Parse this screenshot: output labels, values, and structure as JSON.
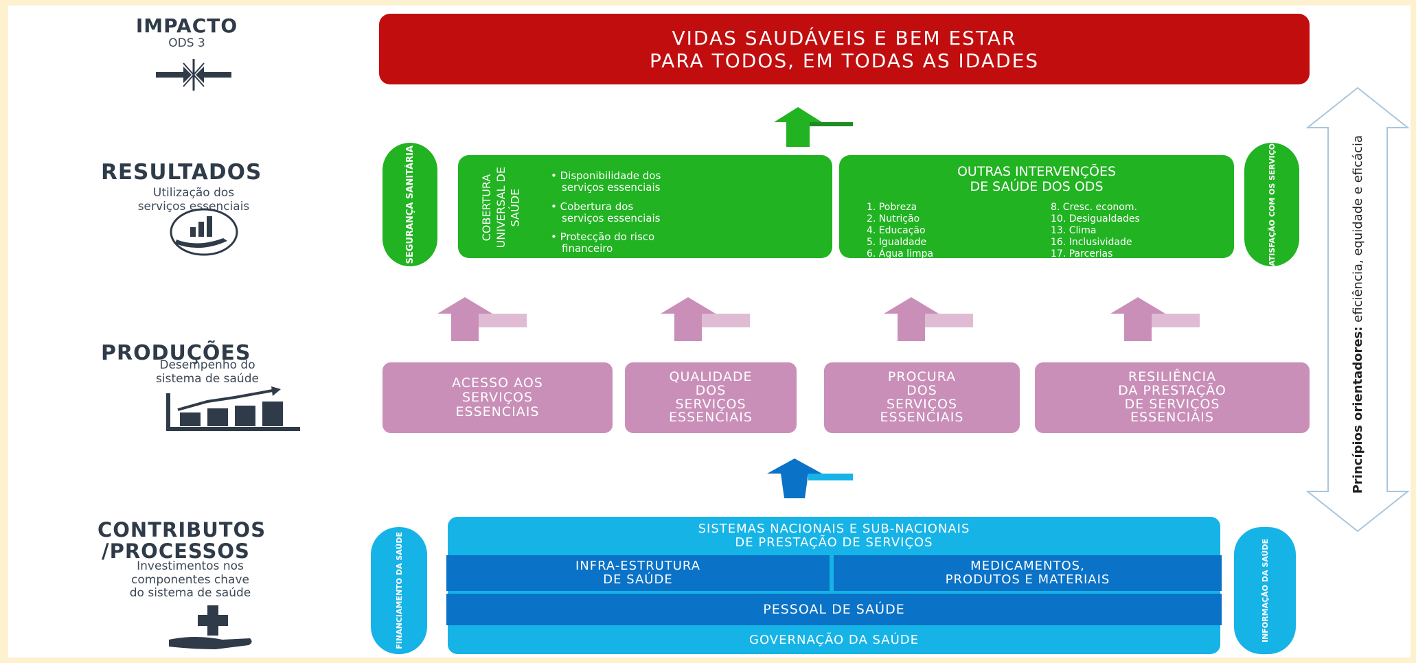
{
  "colors": {
    "impact": "#c20d0f",
    "results": "#21b322",
    "results_dark": "#159a16",
    "outputs": "#c98fb8",
    "inputs_light": "#16b3e7",
    "inputs_dark": "#0a72c7",
    "page_bg": "#fdf1cf"
  },
  "levels": {
    "impact": {
      "title": "IMPACTO",
      "subtitle": "ODS 3",
      "icon": "target-arrows-icon"
    },
    "results": {
      "title": "RESULTADOS",
      "subtitle_line1": "Utilização dos",
      "subtitle_line2": "serviços  essenciais",
      "icon": "hand-chart-icon"
    },
    "outputs": {
      "title": "PRODUÇÕES",
      "subtitle_line1": "Desempenho do",
      "subtitle_line2": "sistema de saúde",
      "icon": "growth-chart-icon"
    },
    "inputs": {
      "title_line1": "CONTRIBUTOS",
      "title_line2": "/PROCESSOS",
      "subtitle_line1": "Investimentos nos",
      "subtitle_line2": "componentes chave",
      "subtitle_line3": "do sistema de saúde",
      "icon": "hand-plus-icon"
    }
  },
  "impact_banner": {
    "line1": "VIDAS SAUDÁVEIS E BEM ESTAR",
    "line2": "PARA TODOS, EM TODAS AS IDADES"
  },
  "results": {
    "left_side": "SEGURANÇA SANITÁRIA",
    "right_side": "SATISFAÇÃO COM OS SERVIÇOS",
    "uhc_line1": "COBERTURA",
    "uhc_line2": "UNIVERSAL DE",
    "uhc_line3": "SAÚDE",
    "uhc_bullets": [
      {
        "line1": "• Disponibilidade dos",
        "line2": "serviços essenciais"
      },
      {
        "line1": "• Cobertura dos",
        "line2": "serviços essenciais"
      },
      {
        "line1": "• Protecção do risco",
        "line2": "financeiro"
      }
    ],
    "other_title_line1": "OUTRAS INTERVENÇÕES",
    "other_title_line2": "DE SAÚDE DOS ODS",
    "other_left": [
      "1. Pobreza",
      "2. Nutrição",
      "4. Educação",
      "5. Igualdade",
      "6. Água limpa"
    ],
    "other_right": [
      "8. Cresc. econom.",
      "10. Desigualdades",
      "13. Clima",
      "16. Inclusividade",
      "17. Parcerias"
    ]
  },
  "outputs": [
    {
      "line1": "ACESSO AOS",
      "line2": "SERVIÇOS",
      "line3": "ESSENCIAIS"
    },
    {
      "line1": "QUALIDADE",
      "line2": "DOS",
      "line3": "SERVIÇOS",
      "line4": "ESSENCIAIS"
    },
    {
      "line1": "PROCURA",
      "line2": "DOS",
      "line3": "SERVIÇOS",
      "line4": "ESSENCIAIS"
    },
    {
      "line1": "RESILIÊNCIA",
      "line2": "DA PRESTAÇÃO",
      "line3": "DE SERVIÇOS",
      "line4": "ESSENCIAIS"
    }
  ],
  "inputs": {
    "left_side": "FINANCIAMENTO DA SAÚDE",
    "right_side": "INFORMAÇÃO DA SAÚDE",
    "top_line1": "SISTEMAS NACIONAIS E SUB-NACIONAIS",
    "top_line2": "DE PRESTAÇÃO DE SERVIÇOS",
    "infra_line1": "INFRA-ESTRUTURA",
    "infra_line2": "DE SAÚDE",
    "med_line1": "MEDICAMENTOS,",
    "med_line2": "PRODUTOS E MATERIAIS",
    "staff": "PESSOAL DE SAÚDE",
    "governance": "GOVERNAÇÃO DA SAÚDE"
  },
  "principles": {
    "bold": "Princípios orientadores:",
    "rest": " eficiência, equidade e eficácia"
  }
}
